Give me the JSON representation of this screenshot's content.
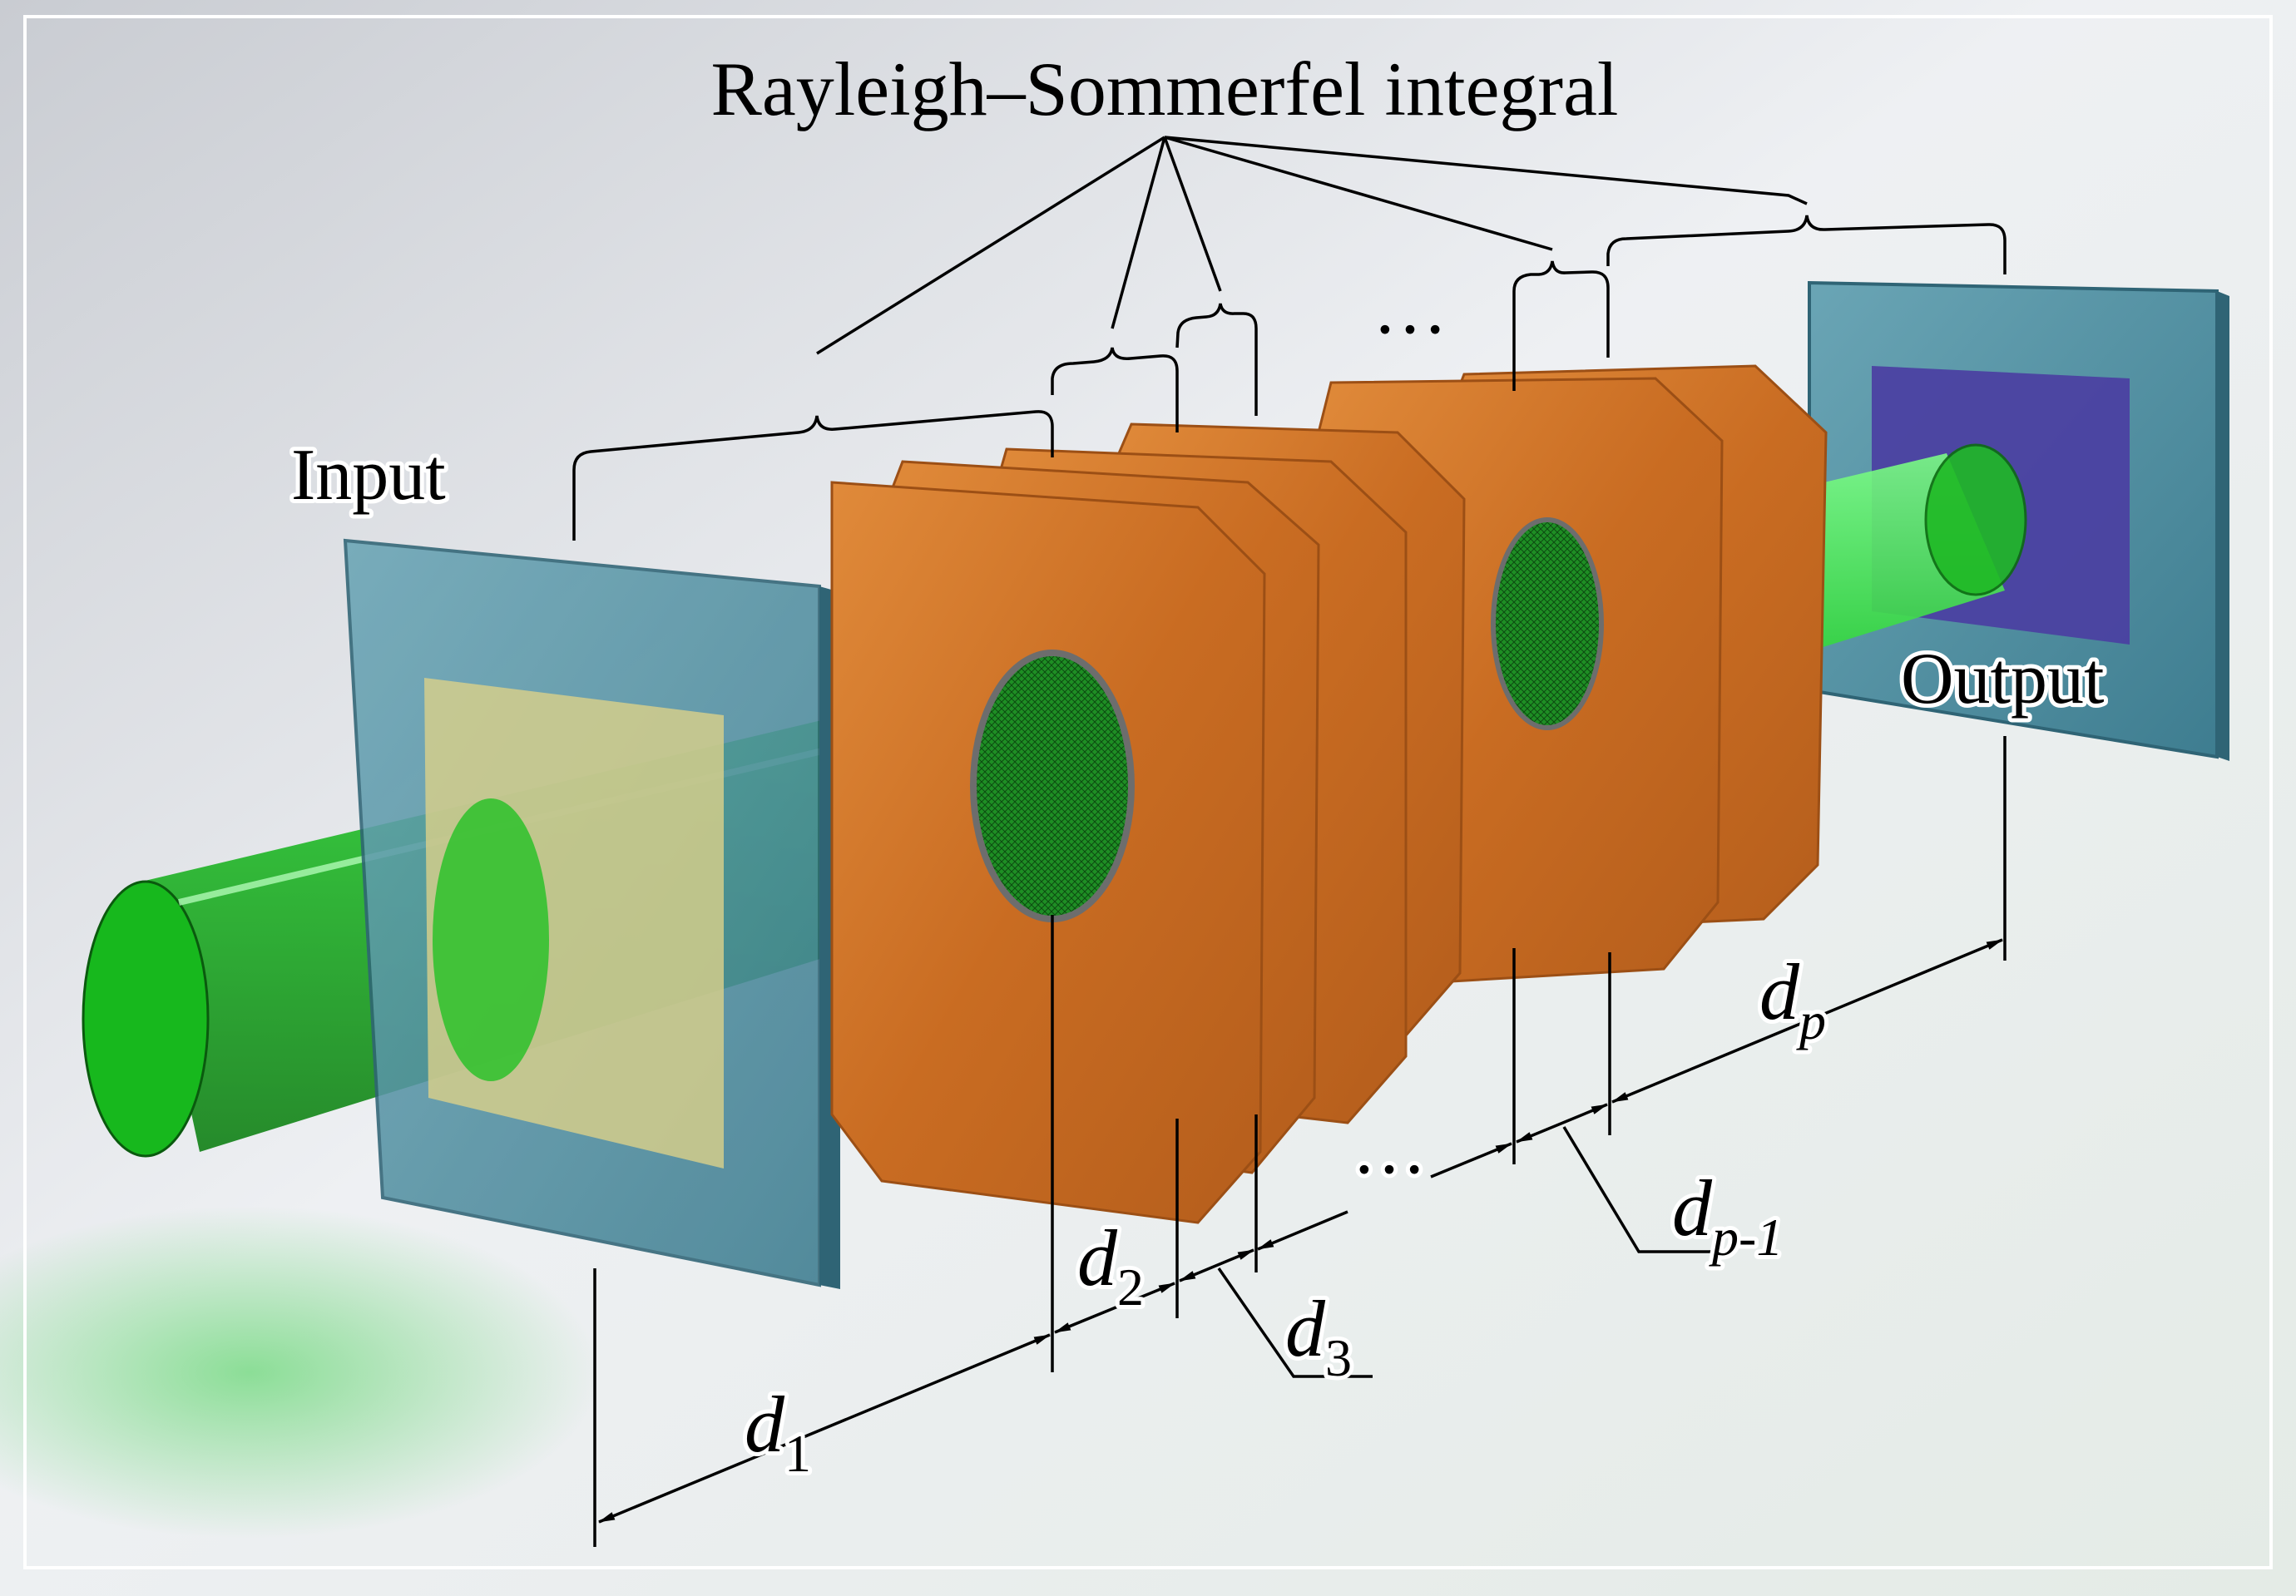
{
  "title": "Rayleigh–Sommerfel integral",
  "labels": {
    "input": "Input",
    "output": "Output",
    "ellipsis_top": "…",
    "ellipsis_bottom": "…"
  },
  "distances": [
    {
      "base": "d",
      "sub": "1"
    },
    {
      "base": "d",
      "sub": "2"
    },
    {
      "base": "d",
      "sub": "3"
    },
    {
      "base": "d",
      "sub": "p-1"
    },
    {
      "base": "d",
      "sub": "p"
    }
  ],
  "colors": {
    "beam": "#19c81e",
    "input_plane": "#4f8fa0",
    "input_window": "#d8cf8a",
    "diffractive_layer": "#d6782a",
    "output_plane": "#4f8fa0",
    "output_window": "#4b3fa2"
  }
}
